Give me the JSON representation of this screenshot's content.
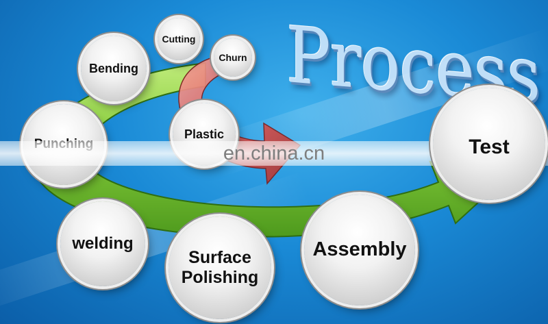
{
  "title": "Process",
  "watermark": "en.china.cn",
  "steps": {
    "cutting": "Cutting",
    "churn": "Churn",
    "bending": "Bending",
    "punching": "Punching",
    "plastic": "Plastic",
    "welding": "welding",
    "polishing_line1": "Surface",
    "polishing_line2": "Polishing",
    "assembly": "Assembly",
    "test": "Test"
  },
  "colors": {
    "background": "#1a8ad6",
    "flow_arrow": "#7cc635",
    "inner_arrow": "#e05a55",
    "node": "#e8e8e8"
  }
}
